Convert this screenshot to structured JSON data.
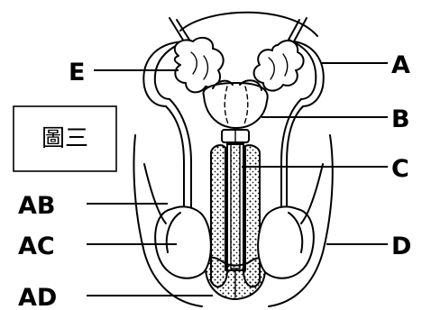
{
  "figure": {
    "title": "圖三"
  },
  "labels": {
    "A": "A",
    "B": "B",
    "C": "C",
    "D": "D",
    "E": "E",
    "AB": "AB",
    "AC": "AC",
    "AD": "AD"
  }
}
